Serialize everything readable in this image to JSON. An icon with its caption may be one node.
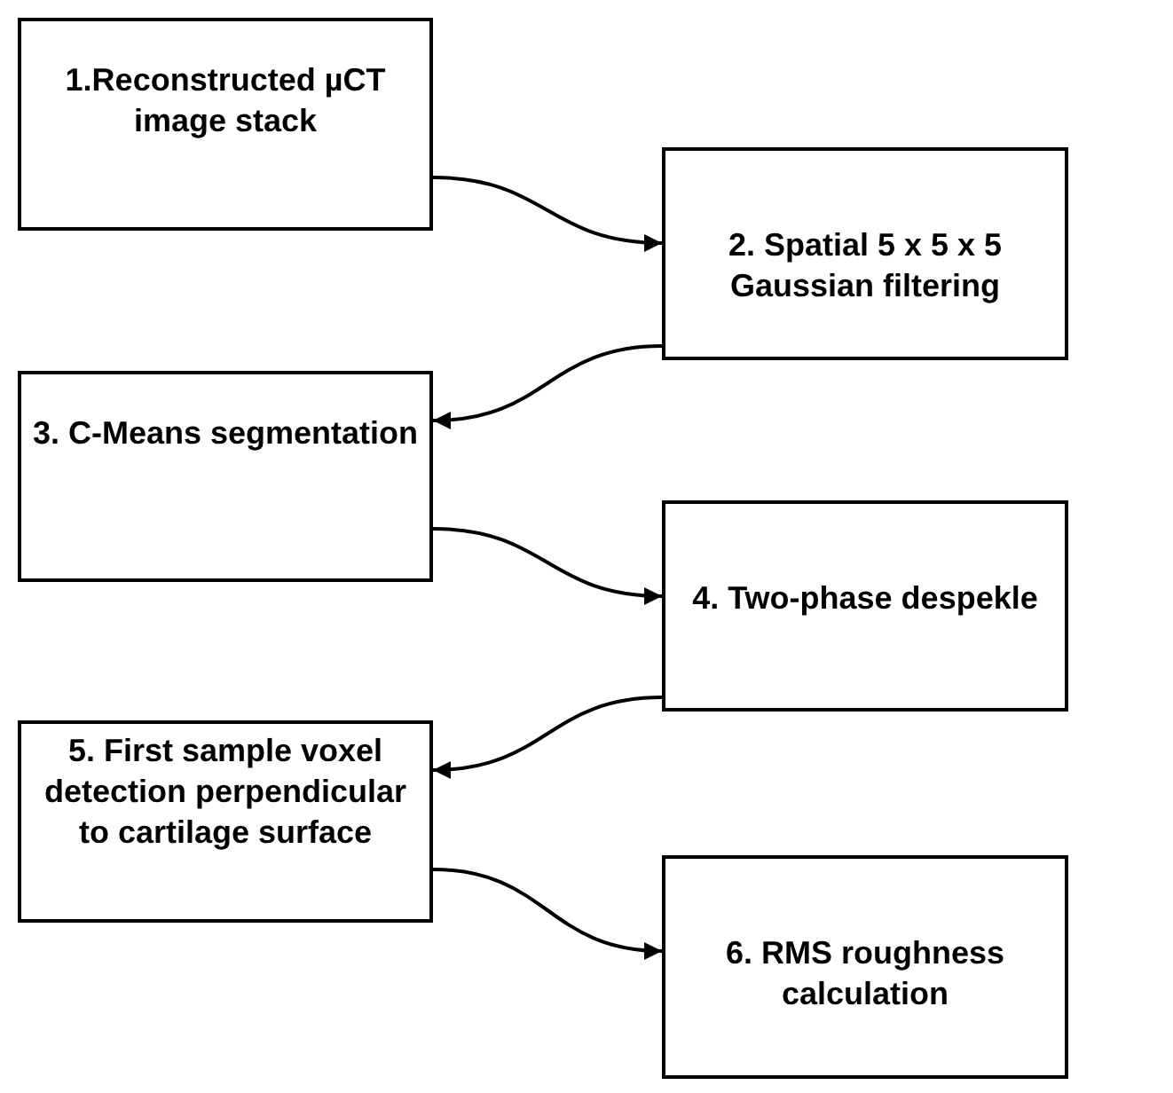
{
  "diagram": {
    "nodes": [
      {
        "text": [
          "1.Reconstructed µCT image stack"
        ]
      },
      {
        "text": [
          "2. Spatial 5 x 5 x 5 Gaussian filtering"
        ]
      },
      {
        "text": [
          "3. C-Means segmentation"
        ]
      },
      {
        "text": [
          "4. Two-phase despekle"
        ]
      },
      {
        "text": [
          "5. First sample voxel detection perpendicular to cartilage surface"
        ]
      },
      {
        "text": [
          "6. RMS roughness calculation"
        ]
      }
    ],
    "edges": [
      {
        "from": 0,
        "to": 1,
        "arrow": "to"
      },
      {
        "from": 1,
        "to": 2,
        "arrow": "to"
      },
      {
        "from": 2,
        "to": 3,
        "arrow": "to"
      },
      {
        "from": 3,
        "to": 4,
        "arrow": "to"
      },
      {
        "from": 4,
        "to": 5,
        "arrow": "to"
      }
    ]
  }
}
